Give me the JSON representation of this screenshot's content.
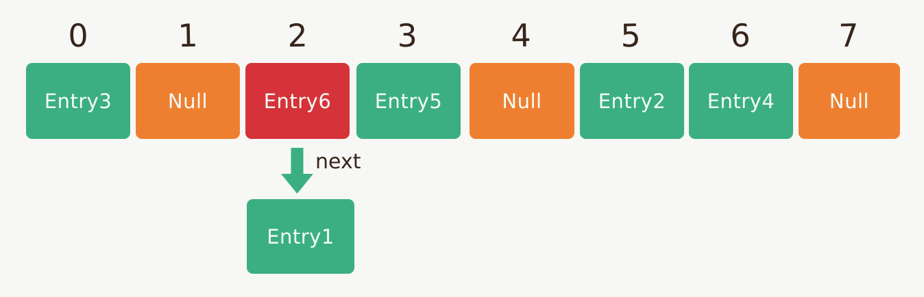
{
  "diagram": {
    "type": "hash-table-array-with-chaining",
    "background_color": "#f7f7f5",
    "colors": {
      "green": "#3baf81",
      "orange": "#ef7f30",
      "red": "#d53339",
      "label_text": "#36251c",
      "cell_text": "#f4fbf7"
    },
    "index_labels": [
      "0",
      "1",
      "2",
      "3",
      "4",
      "5",
      "6",
      "7"
    ],
    "buckets": [
      {
        "index": "0",
        "label": "Entry3",
        "color": "green"
      },
      {
        "index": "1",
        "label": "Null",
        "color": "orange"
      },
      {
        "index": "2",
        "label": "Entry6",
        "color": "red"
      },
      {
        "index": "3",
        "label": "Entry5",
        "color": "green"
      },
      {
        "index": "4",
        "label": "Null",
        "color": "orange"
      },
      {
        "index": "5",
        "label": "Entry2",
        "color": "green"
      },
      {
        "index": "6",
        "label": "Entry4",
        "color": "green"
      },
      {
        "index": "7",
        "label": "Null",
        "color": "orange"
      }
    ],
    "pointer": {
      "label": "next",
      "from_index": "2",
      "arrow_color": "#3baf81",
      "arrow_direction": "down"
    },
    "chained_node": {
      "label": "Entry1",
      "color": "green"
    }
  }
}
